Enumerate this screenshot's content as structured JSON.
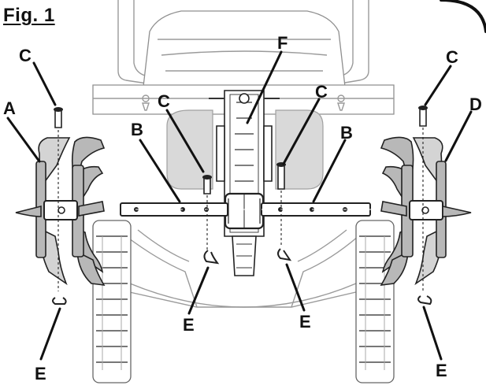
{
  "figure": {
    "title": "Fig. 1"
  },
  "callouts": {
    "c_top_left": "C",
    "a": "A",
    "c_mid_left": "C",
    "b_left": "B",
    "f": "F",
    "c_mid_right": "C",
    "b_right": "B",
    "c_top_right": "C",
    "d": "D",
    "e_left": "E",
    "e_center_left": "E",
    "e_center_right": "E",
    "e_right": "E"
  }
}
